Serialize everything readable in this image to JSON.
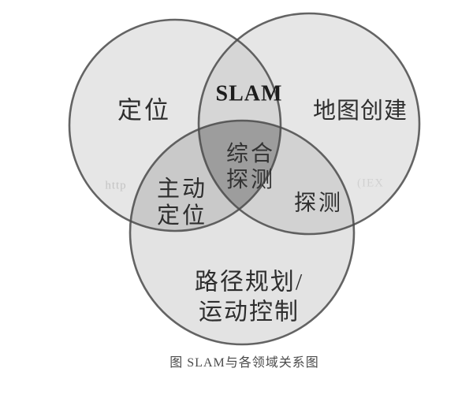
{
  "caption": "图 SLAM与各领域关系图",
  "venn": {
    "sets": {
      "localization": {
        "label": "定位"
      },
      "mapping": {
        "label": "地图创建"
      },
      "path_planning": {
        "label_line1": "路径规划/",
        "label_line2": "运动控制"
      }
    },
    "intersections": {
      "slam": {
        "label": "SLAM"
      },
      "active_localization": {
        "label_line1": "主动",
        "label_line2": "定位"
      },
      "exploration": {
        "label": "探测"
      },
      "integrated_exploration": {
        "label_line1": "综合",
        "label_line2": "探测"
      }
    }
  },
  "watermark": {
    "left_fragment": "http",
    "right_fragment": "(IEX"
  },
  "colors": {
    "background": "#ffffff",
    "circle_fill": "#e6e6e6",
    "bottom_circle_fill": "#e3e3e3",
    "overlap_top": "#d6d6d6",
    "overlap_left": "#c9c9c9",
    "overlap_right": "#d2d2d2",
    "center_overlap": "#9d9d9d",
    "outline": "#4a4a4a",
    "text": "#2e2e2e"
  }
}
